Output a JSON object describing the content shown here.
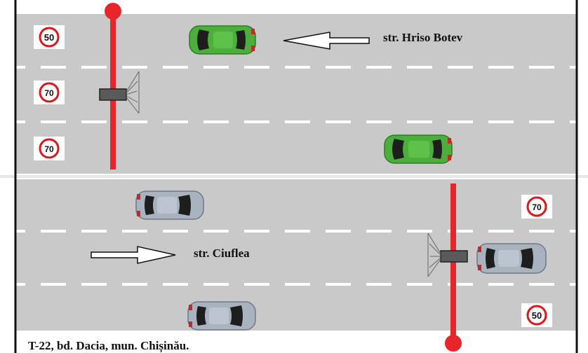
{
  "streets": {
    "north": "str. Hriso Botev",
    "south": "str. Ciuflea"
  },
  "caption": "T-22, bd. Dacia, mun. Chișinău.",
  "speed_signs": {
    "north": [
      "50",
      "70",
      "70"
    ],
    "south": [
      "70",
      "50"
    ]
  },
  "colors": {
    "road": "#c9c9c9",
    "lane_marking": "#ffffff",
    "pole": "#e8262a",
    "sign_ring": "#e0161b",
    "green_car": "#4caf3c",
    "silver_car": "#a9b2bf",
    "camera": "#5a5a5a"
  },
  "icons": {
    "north_arrow": "arrow-left-icon",
    "south_arrow": "arrow-right-icon",
    "camera": "speed-camera-icon"
  }
}
